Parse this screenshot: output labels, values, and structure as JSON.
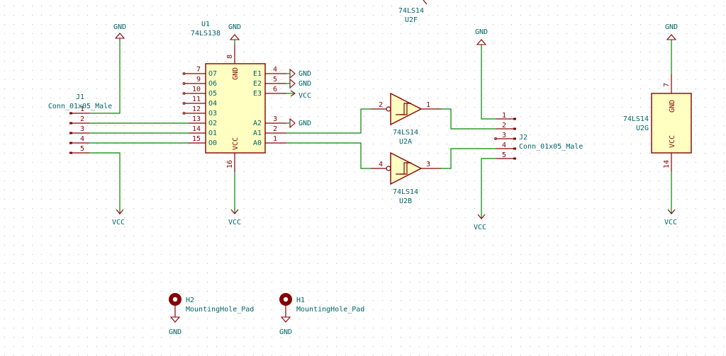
{
  "u1": {
    "ref": "U1",
    "value": "74LS138",
    "left_pins": [
      {
        "name": "O7",
        "num": "7"
      },
      {
        "name": "O6",
        "num": "9"
      },
      {
        "name": "O5",
        "num": "10"
      },
      {
        "name": "O4",
        "num": "11"
      },
      {
        "name": "O3",
        "num": "12"
      },
      {
        "name": "O2",
        "num": "13"
      },
      {
        "name": "O1",
        "num": "14"
      },
      {
        "name": "O0",
        "num": "15"
      }
    ],
    "right_pins": [
      {
        "name": "E1",
        "num": "4"
      },
      {
        "name": "E2",
        "num": "5"
      },
      {
        "name": "E3",
        "num": "6"
      },
      {
        "name": "A2",
        "num": "3"
      },
      {
        "name": "A1",
        "num": "2"
      },
      {
        "name": "A0",
        "num": "1"
      }
    ],
    "top_pin": {
      "name": "GND",
      "num": "8"
    },
    "bottom_pin": {
      "name": "VCC",
      "num": "16"
    },
    "right_nets": [
      "GND",
      "GND",
      "VCC",
      "GND"
    ]
  },
  "j1": {
    "ref": "J1",
    "value": "Conn_01x05_Male",
    "pins": [
      "1",
      "2",
      "3",
      "4",
      "5"
    ]
  },
  "j2": {
    "ref": "J2",
    "value": "Conn_01x05_Male",
    "pins": [
      "1",
      "2",
      "3",
      "4",
      "5"
    ]
  },
  "u2a": {
    "value": "74LS14",
    "ref": "U2A",
    "in_num": "2",
    "out_num": "1"
  },
  "u2b": {
    "value": "74LS14",
    "ref": "U2B",
    "in_num": "4",
    "out_num": "3"
  },
  "u2f": {
    "value": "74LS14",
    "ref": "U2F"
  },
  "u2g": {
    "value": "74LS14",
    "ref": "U2G",
    "top_pin": {
      "name": "GND",
      "num": "7"
    },
    "bottom_pin": {
      "name": "VCC",
      "num": "14"
    }
  },
  "h2": {
    "ref": "H2",
    "value": "MountingHole_Pad"
  },
  "h1": {
    "ref": "H1",
    "value": "MountingHole_Pad"
  },
  "nets": {
    "j1_gnd": "GND",
    "j1_vcc": "VCC",
    "u1_gnd": "GND",
    "u1_vcc": "VCC",
    "j2_gnd": "GND",
    "j2_vcc": "VCC",
    "u2g_gnd": "GND",
    "u2g_vcc": "VCC",
    "h2_gnd": "GND",
    "h1_gnd": "GND"
  }
}
